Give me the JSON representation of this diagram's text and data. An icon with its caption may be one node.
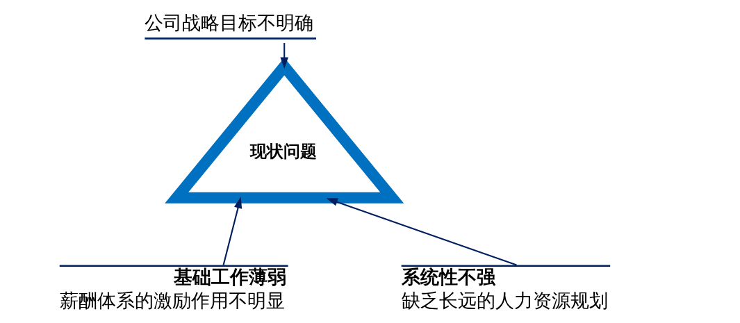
{
  "diagram": {
    "nodes": [
      {
        "text": [
          "现状问题"
        ]
      },
      {
        "text": [
          "公司战略目标不明确"
        ]
      },
      {
        "text": [
          "基础工作薄弱",
          "薪酬体系的激励作用不明显"
        ]
      },
      {
        "text": [
          "系统性不强",
          "缺乏长远的人力资源规划"
        ]
      }
    ],
    "edges": [
      {
        "from": 1,
        "to": 0,
        "arrow": "to"
      },
      {
        "from": 2,
        "to": 0,
        "arrow": "to"
      },
      {
        "from": 3,
        "to": 0,
        "arrow": "to"
      }
    ]
  }
}
